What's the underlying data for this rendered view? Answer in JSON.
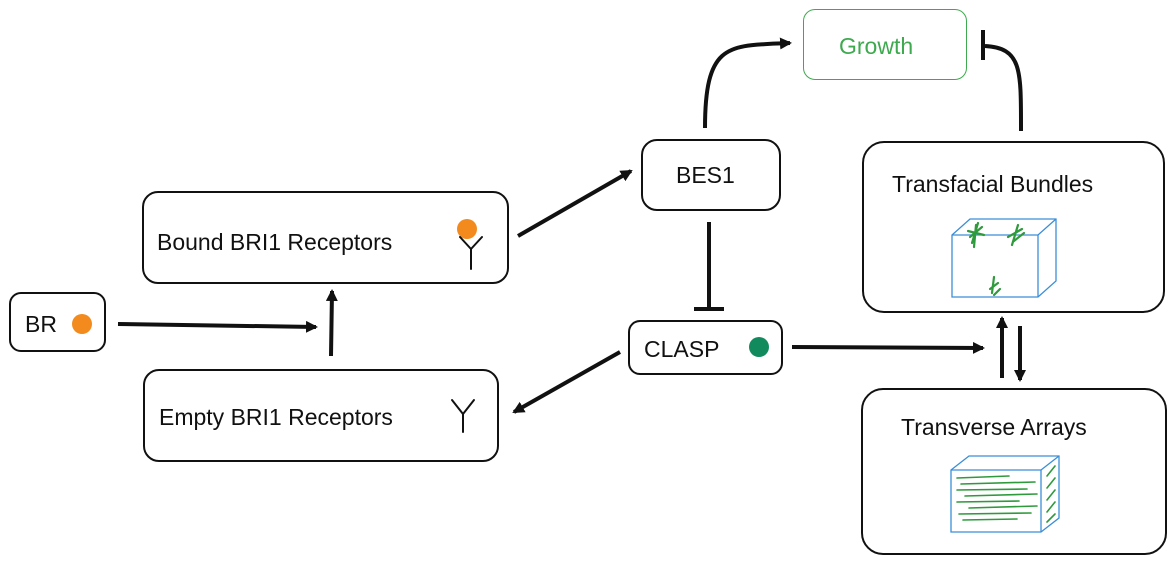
{
  "nodes": {
    "br": {
      "label": "BR"
    },
    "bound": {
      "label": "Bound BRI1 Receptors"
    },
    "empty": {
      "label": "Empty BRI1 Receptors"
    },
    "bes1": {
      "label": "BES1"
    },
    "clasp": {
      "label": "CLASP"
    },
    "growth": {
      "label": "Growth"
    },
    "transfacial": {
      "label": "Transfacial Bundles"
    },
    "transverse": {
      "label": "Transverse Arrays"
    }
  },
  "edges": [
    {
      "from": "BR",
      "to": "Bound BRI1 Receptors",
      "type": "activation"
    },
    {
      "from": "Empty BRI1 Receptors",
      "to": "Bound BRI1 Receptors",
      "type": "activation"
    },
    {
      "from": "Bound BRI1 Receptors",
      "to": "BES1",
      "type": "activation"
    },
    {
      "from": "BES1",
      "to": "Growth",
      "type": "activation"
    },
    {
      "from": "BES1",
      "to": "CLASP",
      "type": "inhibition"
    },
    {
      "from": "CLASP",
      "to": "Empty BRI1 Receptors",
      "type": "activation"
    },
    {
      "from": "CLASP",
      "to": "Transfacial Bundles / Transverse Arrays",
      "type": "activation"
    },
    {
      "from": "Transverse Arrays",
      "to": "Transfacial Bundles",
      "type": "activation"
    },
    {
      "from": "Transfacial Bundles",
      "to": "Transverse Arrays",
      "type": "activation"
    },
    {
      "from": "Transfacial Bundles",
      "to": "Growth",
      "type": "inhibition"
    }
  ],
  "colors": {
    "br_dot": "#f28a1e",
    "clasp_dot": "#118a5e",
    "growth": "#3fa94f",
    "cube_edge": "#3a8ed8",
    "microtubule": "#2e9a3c",
    "line": "#111111"
  },
  "icons": {
    "receptor": "receptor-y-icon",
    "transfacial": "cube-transfacial-icon",
    "transverse": "cube-transverse-icon"
  }
}
